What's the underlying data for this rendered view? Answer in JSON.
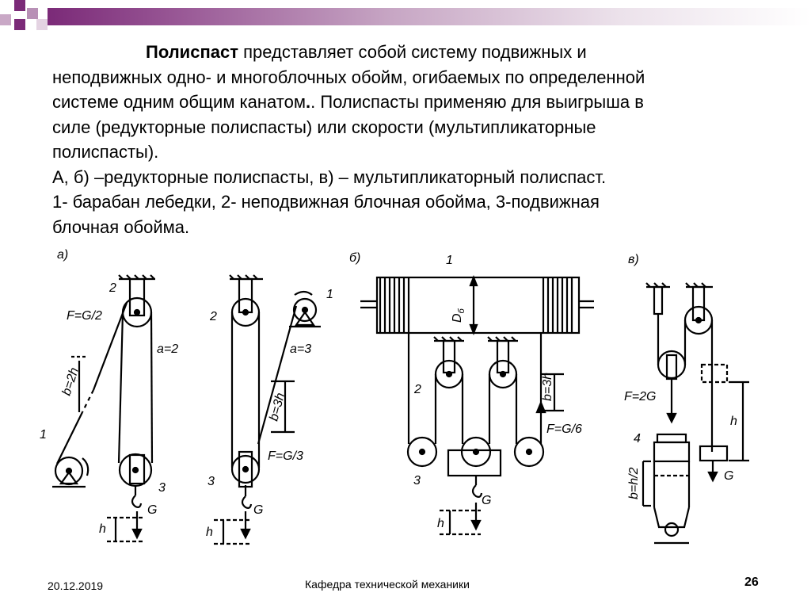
{
  "slide": {
    "term": "Полиспаст",
    "lines": [
      " представляет собой систему подвижных и",
      "неподвижных одно- и многоблочных обойм, огибаемых по определенной",
      "системе одним общим канатом",
      ". Полиспасты применяю для выигрыша в",
      "силе (редукторные полиспасты) или скорости (мультипликаторные",
      "полиспасты).",
      "А, б) –редукторные полиспасты, в) – мультипликаторный полиспаст.",
      "1- барабан лебедки, 2- неподвижная блочная обойма, 3-подвижная",
      "блочная обойма."
    ],
    "bold_dot": "."
  },
  "figure": {
    "a": {
      "label": "а)",
      "left": {
        "force": "F=G/2",
        "b": "b=2h",
        "a": "a=2",
        "n1": "1",
        "n2": "2",
        "n3": "3",
        "load": "G",
        "h": "h"
      },
      "right": {
        "a": "a=3",
        "b": "b=3h",
        "force": "F=G/3",
        "n1": "1",
        "n2": "2",
        "n3": "3",
        "load": "G",
        "h": "h"
      }
    },
    "b": {
      "label": "б)",
      "n1": "1",
      "n2": "2",
      "n3": "3",
      "d": "D",
      "d_sub": "б",
      "b": "b=3h",
      "force": "F=G/6",
      "load": "G",
      "h": "h"
    },
    "v": {
      "label": "в)",
      "force": "F=2G",
      "n4": "4",
      "b": "b=h/2",
      "h": "h",
      "load": "G"
    }
  },
  "footer": {
    "date": "20.12.2019",
    "department": "Кафедра технической механики",
    "page": "26"
  },
  "colors": {
    "accent": "#7b2a78"
  }
}
